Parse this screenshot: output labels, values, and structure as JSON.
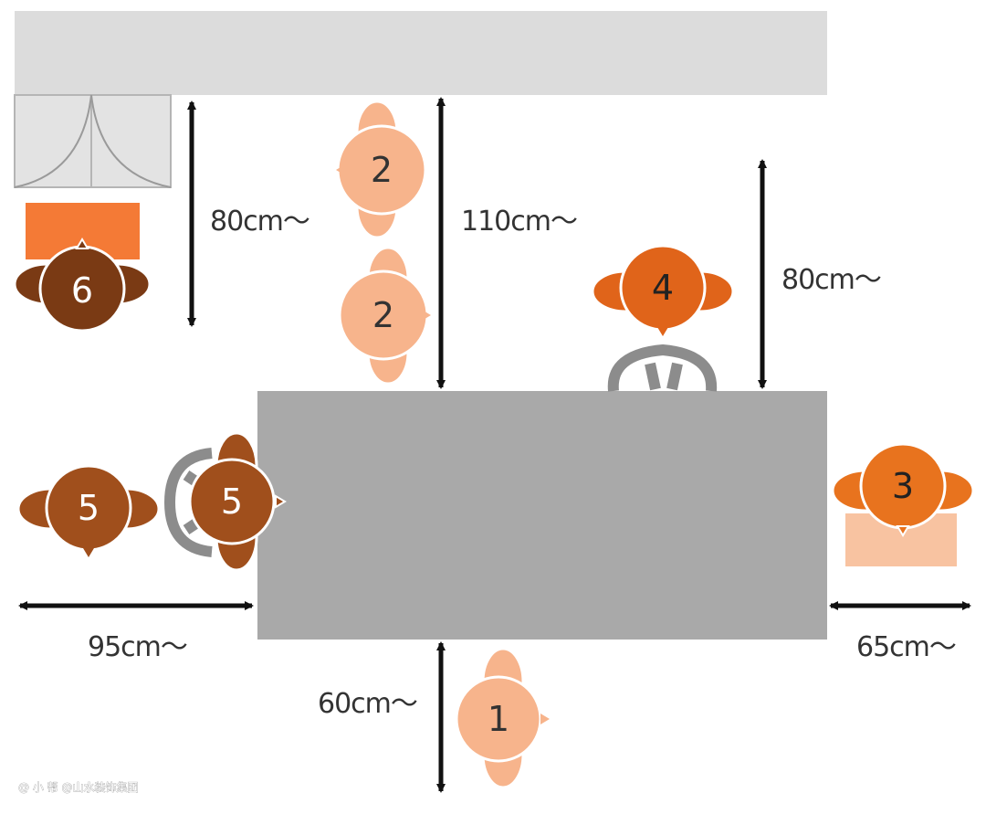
{
  "dimensions": {
    "left_vertical": "80cm～",
    "center_vertical": "110cm～",
    "right_vertical": "80cm～",
    "left_horizontal": "95cm～",
    "right_horizontal": "65cm～",
    "bottom_vertical": "60cm～"
  },
  "people": [
    {
      "label": "2",
      "color": "#f7b48c",
      "facing": "left"
    },
    {
      "label": "2",
      "color": "#f7b48c",
      "facing": "right"
    },
    {
      "label": "4",
      "color": "#e0641a",
      "facing": "down"
    },
    {
      "label": "6",
      "color": "#7a3a14",
      "facing": "up"
    },
    {
      "label": "5",
      "color": "#a04f1c",
      "facing": "down"
    },
    {
      "label": "5",
      "color": "#a04f1c",
      "facing": "right"
    },
    {
      "label": "3",
      "color": "#e8731e",
      "facing": "down"
    },
    {
      "label": "1",
      "color": "#f7b48c",
      "facing": "right"
    }
  ],
  "colors": {
    "wall": "#dcdcdc",
    "table": "#a9a9a9",
    "chair": "#8c8c8c",
    "arrow": "#111111",
    "orange_block": "#f47a36",
    "peach_block": "#f8c3a1"
  },
  "watermark": "@ 小 帮 @山水装饰集团"
}
